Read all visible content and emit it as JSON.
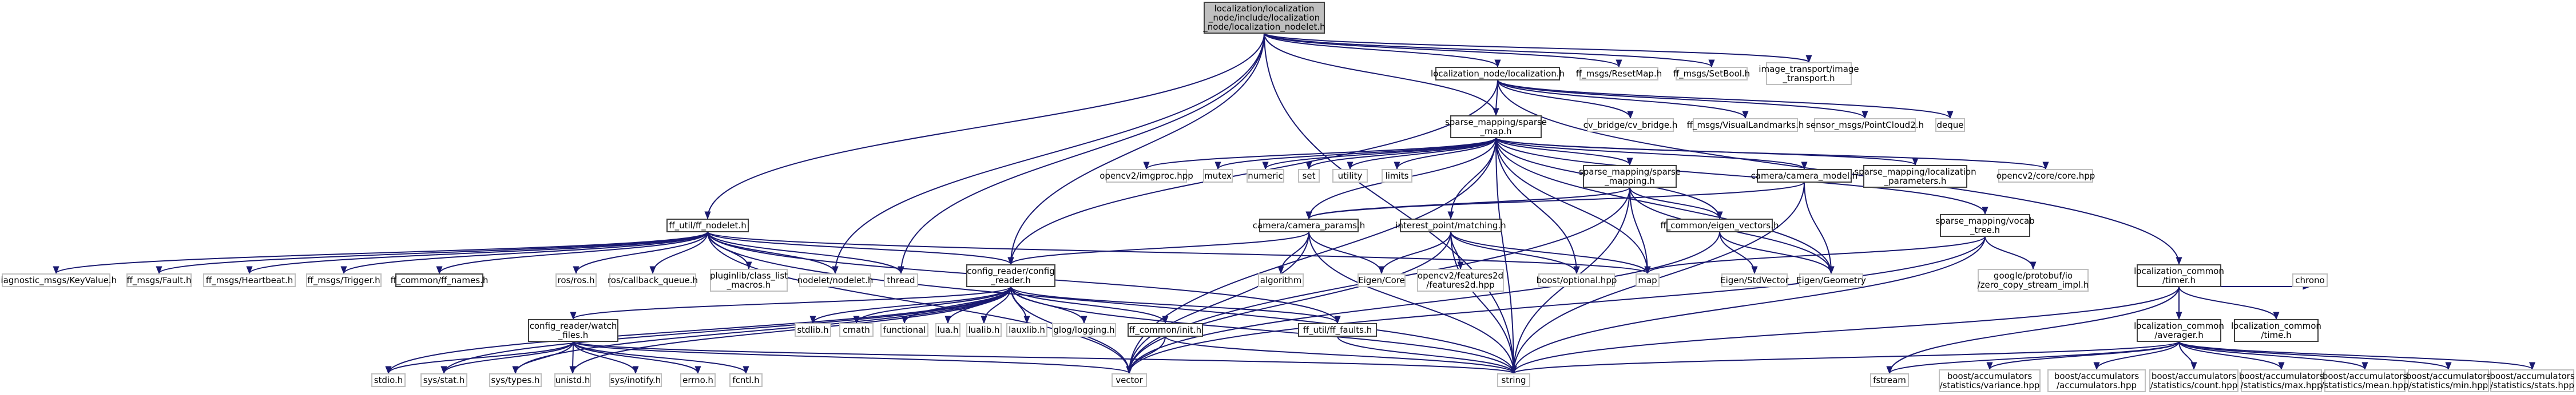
{
  "graph": {
    "nodes": [
      {
        "id": "root",
        "lines": [
          "localization/localization",
          "_node/include/localization",
          "_node/localization_nodelet.h"
        ],
        "kind": "root"
      },
      {
        "id": "loc_node",
        "lines": [
          "localization_node/localization.h"
        ],
        "kind": "doc"
      },
      {
        "id": "ff_resetmap",
        "lines": [
          "ff_msgs/ResetMap.h"
        ],
        "kind": "ext"
      },
      {
        "id": "ff_setbool",
        "lines": [
          "ff_msgs/SetBool.h"
        ],
        "kind": "ext"
      },
      {
        "id": "image_transport",
        "lines": [
          "image_transport/image",
          "_transport.h"
        ],
        "kind": "ext"
      },
      {
        "id": "sparse_map",
        "lines": [
          "sparse_mapping/sparse",
          "_map.h"
        ],
        "kind": "doc"
      },
      {
        "id": "cv_bridge",
        "lines": [
          "cv_bridge/cv_bridge.h"
        ],
        "kind": "ext"
      },
      {
        "id": "ff_vislandmarks",
        "lines": [
          "ff_msgs/VisualLandmarks.h"
        ],
        "kind": "ext"
      },
      {
        "id": "sensor_msgs",
        "lines": [
          "sensor_msgs/PointCloud2.h"
        ],
        "kind": "ext"
      },
      {
        "id": "deque",
        "lines": [
          "deque"
        ],
        "kind": "ext"
      },
      {
        "id": "opencv_imgproc",
        "lines": [
          "opencv2/imgproc.hpp"
        ],
        "kind": "ext"
      },
      {
        "id": "mutex",
        "lines": [
          "mutex"
        ],
        "kind": "ext"
      },
      {
        "id": "numeric",
        "lines": [
          "numeric"
        ],
        "kind": "ext"
      },
      {
        "id": "set",
        "lines": [
          "set"
        ],
        "kind": "ext"
      },
      {
        "id": "utility",
        "lines": [
          "utility"
        ],
        "kind": "ext"
      },
      {
        "id": "limits",
        "lines": [
          "limits"
        ],
        "kind": "ext"
      },
      {
        "id": "sparse_mapping_h",
        "lines": [
          "sparse_mapping/sparse",
          "_mapping.h"
        ],
        "kind": "doc"
      },
      {
        "id": "camera_model",
        "lines": [
          "camera/camera_model.h"
        ],
        "kind": "doc"
      },
      {
        "id": "loc_params",
        "lines": [
          "sparse_mapping/localization",
          "_parameters.h"
        ],
        "kind": "doc"
      },
      {
        "id": "opencv_core",
        "lines": [
          "opencv2/core/core.hpp"
        ],
        "kind": "ext"
      },
      {
        "id": "ff_nodelet",
        "lines": [
          "ff_util/ff_nodelet.h"
        ],
        "kind": "doc"
      },
      {
        "id": "camera_params",
        "lines": [
          "camera/camera_params.h"
        ],
        "kind": "doc"
      },
      {
        "id": "interest_point",
        "lines": [
          "interest_point/matching.h"
        ],
        "kind": "doc"
      },
      {
        "id": "eigen_vectors",
        "lines": [
          "ff_common/eigen_vectors.h"
        ],
        "kind": "doc"
      },
      {
        "id": "vocab_tree",
        "lines": [
          "sparse_mapping/vocab",
          "_tree.h"
        ],
        "kind": "doc"
      },
      {
        "id": "loc_timer",
        "lines": [
          "localization_common",
          "/timer.h"
        ],
        "kind": "doc"
      },
      {
        "id": "diag_kv",
        "lines": [
          "diagnostic_msgs/KeyValue.h"
        ],
        "kind": "ext"
      },
      {
        "id": "ff_fault",
        "lines": [
          "ff_msgs/Fault.h"
        ],
        "kind": "ext"
      },
      {
        "id": "ff_heartbeat",
        "lines": [
          "ff_msgs/Heartbeat.h"
        ],
        "kind": "ext"
      },
      {
        "id": "ff_trigger",
        "lines": [
          "ff_msgs/Trigger.h"
        ],
        "kind": "ext"
      },
      {
        "id": "ff_names",
        "lines": [
          "ff_common/ff_names.h"
        ],
        "kind": "doc"
      },
      {
        "id": "ros",
        "lines": [
          "ros/ros.h"
        ],
        "kind": "ext"
      },
      {
        "id": "callback_queue",
        "lines": [
          "ros/callback_queue.h"
        ],
        "kind": "ext"
      },
      {
        "id": "pluginlib",
        "lines": [
          "pluginlib/class_list",
          "_macros.h"
        ],
        "kind": "ext"
      },
      {
        "id": "nodelet",
        "lines": [
          "nodelet/nodelet.h"
        ],
        "kind": "ext"
      },
      {
        "id": "thread",
        "lines": [
          "thread"
        ],
        "kind": "ext"
      },
      {
        "id": "config_reader",
        "lines": [
          "config_reader/config",
          "_reader.h"
        ],
        "kind": "doc"
      },
      {
        "id": "algorithm",
        "lines": [
          "algorithm"
        ],
        "kind": "ext"
      },
      {
        "id": "eigen_core",
        "lines": [
          "Eigen/Core"
        ],
        "kind": "ext"
      },
      {
        "id": "opencv_features2d",
        "lines": [
          "opencv2/features2d",
          "/features2d.hpp"
        ],
        "kind": "ext"
      },
      {
        "id": "boost_optional",
        "lines": [
          "boost/optional.hpp"
        ],
        "kind": "ext"
      },
      {
        "id": "map",
        "lines": [
          "map"
        ],
        "kind": "ext"
      },
      {
        "id": "eigen_stdvector",
        "lines": [
          "Eigen/StdVector"
        ],
        "kind": "ext"
      },
      {
        "id": "eigen_geometry",
        "lines": [
          "Eigen/Geometry"
        ],
        "kind": "ext"
      },
      {
        "id": "google_protobuf",
        "lines": [
          "google/protobuf/io",
          "/zero_copy_stream_impl.h"
        ],
        "kind": "ext"
      },
      {
        "id": "chrono",
        "lines": [
          "chrono"
        ],
        "kind": "ext"
      },
      {
        "id": "stdlib",
        "lines": [
          "stdlib.h"
        ],
        "kind": "ext"
      },
      {
        "id": "cmath",
        "lines": [
          "cmath"
        ],
        "kind": "ext"
      },
      {
        "id": "functional",
        "lines": [
          "functional"
        ],
        "kind": "ext"
      },
      {
        "id": "lua",
        "lines": [
          "lua.h"
        ],
        "kind": "ext"
      },
      {
        "id": "lualib",
        "lines": [
          "lualib.h"
        ],
        "kind": "ext"
      },
      {
        "id": "lauxlib",
        "lines": [
          "lauxlib.h"
        ],
        "kind": "ext"
      },
      {
        "id": "glog",
        "lines": [
          "glog/logging.h"
        ],
        "kind": "ext"
      },
      {
        "id": "ff_init",
        "lines": [
          "ff_common/init.h"
        ],
        "kind": "doc"
      },
      {
        "id": "ff_faults",
        "lines": [
          "ff_util/ff_faults.h"
        ],
        "kind": "doc"
      },
      {
        "id": "watch_files",
        "lines": [
          "config_reader/watch",
          "_files.h"
        ],
        "kind": "doc"
      },
      {
        "id": "averager",
        "lines": [
          "localization_common",
          "/averager.h"
        ],
        "kind": "doc"
      },
      {
        "id": "loc_time",
        "lines": [
          "localization_common",
          "/time.h"
        ],
        "kind": "doc"
      },
      {
        "id": "stdio",
        "lines": [
          "stdio.h"
        ],
        "kind": "ext"
      },
      {
        "id": "sys_stat",
        "lines": [
          "sys/stat.h"
        ],
        "kind": "ext"
      },
      {
        "id": "sys_types",
        "lines": [
          "sys/types.h"
        ],
        "kind": "ext"
      },
      {
        "id": "unistd",
        "lines": [
          "unistd.h"
        ],
        "kind": "ext"
      },
      {
        "id": "inotify",
        "lines": [
          "sys/inotify.h"
        ],
        "kind": "ext"
      },
      {
        "id": "errno",
        "lines": [
          "errno.h"
        ],
        "kind": "ext"
      },
      {
        "id": "fcntl",
        "lines": [
          "fcntl.h"
        ],
        "kind": "ext"
      },
      {
        "id": "vector",
        "lines": [
          "vector"
        ],
        "kind": "ext"
      },
      {
        "id": "string",
        "lines": [
          "string"
        ],
        "kind": "ext"
      },
      {
        "id": "fstream",
        "lines": [
          "fstream"
        ],
        "kind": "ext"
      },
      {
        "id": "acc_variance",
        "lines": [
          "boost/accumulators",
          "/statistics/variance.hpp"
        ],
        "kind": "ext"
      },
      {
        "id": "accumulators",
        "lines": [
          "boost/accumulators",
          "/accumulators.hpp"
        ],
        "kind": "ext"
      },
      {
        "id": "acc_count",
        "lines": [
          "boost/accumulators",
          "/statistics/count.hpp"
        ],
        "kind": "ext"
      },
      {
        "id": "acc_max",
        "lines": [
          "boost/accumulators",
          "/statistics/max.hpp"
        ],
        "kind": "ext"
      },
      {
        "id": "acc_mean",
        "lines": [
          "boost/accumulators",
          "/statistics/mean.hpp"
        ],
        "kind": "ext"
      },
      {
        "id": "acc_min",
        "lines": [
          "boost/accumulators",
          "/statistics/min.hpp"
        ],
        "kind": "ext"
      },
      {
        "id": "acc_stats",
        "lines": [
          "boost/accumulators",
          "/statistics/stats.hpp"
        ],
        "kind": "ext"
      }
    ],
    "edges": [
      [
        "root",
        "loc_node"
      ],
      [
        "root",
        "ff_resetmap"
      ],
      [
        "root",
        "ff_setbool"
      ],
      [
        "root",
        "image_transport"
      ],
      [
        "root",
        "sparse_map"
      ],
      [
        "root",
        "ff_nodelet"
      ],
      [
        "root",
        "config_reader"
      ],
      [
        "root",
        "nodelet"
      ],
      [
        "root",
        "thread"
      ],
      [
        "root",
        "string"
      ],
      [
        "loc_node",
        "sparse_map"
      ],
      [
        "loc_node",
        "cv_bridge"
      ],
      [
        "loc_node",
        "ff_vislandmarks"
      ],
      [
        "loc_node",
        "sensor_msgs"
      ],
      [
        "loc_node",
        "deque"
      ],
      [
        "loc_node",
        "config_reader"
      ],
      [
        "loc_node",
        "loc_timer"
      ],
      [
        "sparse_map",
        "opencv_imgproc"
      ],
      [
        "sparse_map",
        "mutex"
      ],
      [
        "sparse_map",
        "numeric"
      ],
      [
        "sparse_map",
        "set"
      ],
      [
        "sparse_map",
        "utility"
      ],
      [
        "sparse_map",
        "limits"
      ],
      [
        "sparse_map",
        "sparse_mapping_h"
      ],
      [
        "sparse_map",
        "camera_model"
      ],
      [
        "sparse_map",
        "loc_params"
      ],
      [
        "sparse_map",
        "opencv_core"
      ],
      [
        "sparse_map",
        "camera_params"
      ],
      [
        "sparse_map",
        "interest_point"
      ],
      [
        "sparse_map",
        "eigen_vectors"
      ],
      [
        "sparse_map",
        "vocab_tree"
      ],
      [
        "sparse_map",
        "boost_optional"
      ],
      [
        "sparse_map",
        "map"
      ],
      [
        "sparse_map",
        "eigen_geometry"
      ],
      [
        "sparse_map",
        "vector"
      ],
      [
        "sparse_map",
        "string"
      ],
      [
        "sparse_mapping_h",
        "camera_params"
      ],
      [
        "sparse_mapping_h",
        "eigen_vectors"
      ],
      [
        "sparse_mapping_h",
        "eigen_geometry"
      ],
      [
        "sparse_mapping_h",
        "map"
      ],
      [
        "sparse_mapping_h",
        "string"
      ],
      [
        "sparse_mapping_h",
        "vector"
      ],
      [
        "camera_model",
        "camera_params"
      ],
      [
        "camera_model",
        "eigen_geometry"
      ],
      [
        "camera_model",
        "string"
      ],
      [
        "camera_params",
        "config_reader"
      ],
      [
        "camera_params",
        "algorithm"
      ],
      [
        "camera_params",
        "eigen_core"
      ],
      [
        "camera_params",
        "string"
      ],
      [
        "camera_params",
        "vector"
      ],
      [
        "interest_point",
        "eigen_core"
      ],
      [
        "interest_point",
        "opencv_features2d"
      ],
      [
        "interest_point",
        "boost_optional"
      ],
      [
        "interest_point",
        "map"
      ],
      [
        "interest_point",
        "string"
      ],
      [
        "interest_point",
        "vector"
      ],
      [
        "eigen_vectors",
        "eigen_stdvector"
      ],
      [
        "eigen_vectors",
        "eigen_geometry"
      ],
      [
        "eigen_vectors",
        "vector"
      ],
      [
        "vocab_tree",
        "google_protobuf"
      ],
      [
        "vocab_tree",
        "map"
      ],
      [
        "vocab_tree",
        "string"
      ],
      [
        "vocab_tree",
        "vector"
      ],
      [
        "ff_nodelet",
        "diag_kv"
      ],
      [
        "ff_nodelet",
        "ff_fault"
      ],
      [
        "ff_nodelet",
        "ff_heartbeat"
      ],
      [
        "ff_nodelet",
        "ff_trigger"
      ],
      [
        "ff_nodelet",
        "ff_names"
      ],
      [
        "ff_nodelet",
        "ros"
      ],
      [
        "ff_nodelet",
        "callback_queue"
      ],
      [
        "ff_nodelet",
        "pluginlib"
      ],
      [
        "ff_nodelet",
        "nodelet"
      ],
      [
        "ff_nodelet",
        "thread"
      ],
      [
        "ff_nodelet",
        "config_reader"
      ],
      [
        "ff_nodelet",
        "ff_faults"
      ],
      [
        "ff_nodelet",
        "map"
      ],
      [
        "ff_nodelet",
        "string"
      ],
      [
        "ff_nodelet",
        "vector"
      ],
      [
        "config_reader",
        "stdlib"
      ],
      [
        "config_reader",
        "cmath"
      ],
      [
        "config_reader",
        "functional"
      ],
      [
        "config_reader",
        "lua"
      ],
      [
        "config_reader",
        "lualib"
      ],
      [
        "config_reader",
        "lauxlib"
      ],
      [
        "config_reader",
        "glog"
      ],
      [
        "config_reader",
        "ff_init"
      ],
      [
        "config_reader",
        "watch_files"
      ],
      [
        "config_reader",
        "ff_faults"
      ],
      [
        "config_reader",
        "stdio"
      ],
      [
        "config_reader",
        "vector"
      ],
      [
        "config_reader",
        "string"
      ],
      [
        "config_reader",
        "sys_stat"
      ],
      [
        "config_reader",
        "sys_types"
      ],
      [
        "config_reader",
        "unistd"
      ],
      [
        "ff_init",
        "vector"
      ],
      [
        "ff_init",
        "string"
      ],
      [
        "ff_faults",
        "string"
      ],
      [
        "watch_files",
        "stdio"
      ],
      [
        "watch_files",
        "sys_stat"
      ],
      [
        "watch_files",
        "sys_types"
      ],
      [
        "watch_files",
        "unistd"
      ],
      [
        "watch_files",
        "inotify"
      ],
      [
        "watch_files",
        "errno"
      ],
      [
        "watch_files",
        "fcntl"
      ],
      [
        "watch_files",
        "string"
      ],
      [
        "watch_files",
        "vector"
      ],
      [
        "loc_timer",
        "averager"
      ],
      [
        "loc_timer",
        "loc_time"
      ],
      [
        "loc_timer",
        "chrono"
      ],
      [
        "loc_timer",
        "string"
      ],
      [
        "loc_timer",
        "fstream"
      ],
      [
        "averager",
        "fstream"
      ],
      [
        "averager",
        "string"
      ],
      [
        "averager",
        "acc_variance"
      ],
      [
        "averager",
        "accumulators"
      ],
      [
        "averager",
        "acc_count"
      ],
      [
        "averager",
        "acc_max"
      ],
      [
        "averager",
        "acc_mean"
      ],
      [
        "averager",
        "acc_min"
      ],
      [
        "averager",
        "acc_stats"
      ]
    ]
  }
}
